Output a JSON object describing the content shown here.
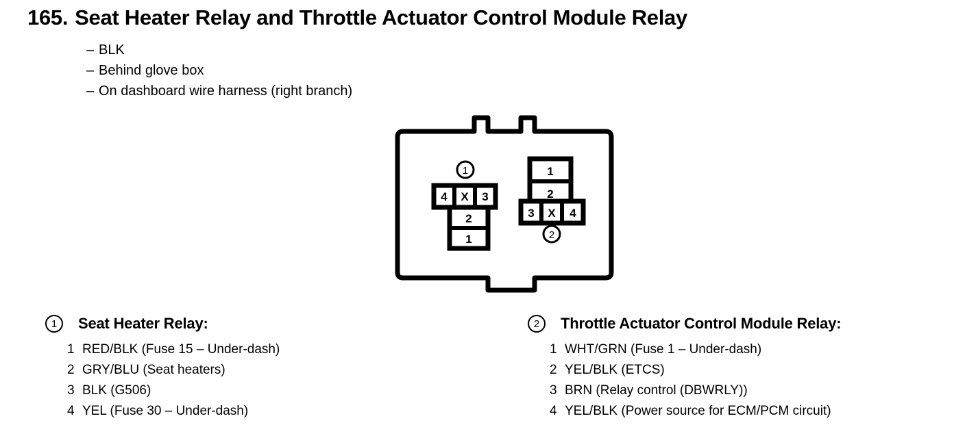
{
  "header": {
    "number": "165.",
    "title": "Seat Heater Relay and Throttle Actuator Control Module Relay"
  },
  "bullets": [
    {
      "dash": "–",
      "text": "BLK"
    },
    {
      "dash": "–",
      "text": "Behind glove box"
    },
    {
      "dash": "–",
      "text": "On dashboard wire harness (right branch)"
    }
  ],
  "diagram": {
    "label": "relay-connector-diagram",
    "connector1": {
      "marker": "1",
      "marker_position": "above",
      "top_row": [
        "4",
        "X",
        "3"
      ],
      "stack": [
        "2",
        "1"
      ]
    },
    "connector2": {
      "marker": "2",
      "marker_position": "below",
      "stack": [
        "1",
        "2"
      ],
      "bottom_row": [
        "3",
        "X",
        "4"
      ]
    }
  },
  "legend": {
    "left": {
      "marker": "1",
      "title": "Seat Heater Relay:",
      "rows": [
        {
          "pin": "1",
          "text": "RED/BLK (Fuse 15 – Under-dash)"
        },
        {
          "pin": "2",
          "text": "GRY/BLU (Seat heaters)"
        },
        {
          "pin": "3",
          "text": "BLK (G506)"
        },
        {
          "pin": "4",
          "text": "YEL (Fuse 30 – Under-dash)"
        }
      ]
    },
    "right": {
      "marker": "2",
      "title": "Throttle Actuator Control Module Relay:",
      "rows": [
        {
          "pin": "1",
          "text": "WHT/GRN (Fuse 1 – Under-dash)"
        },
        {
          "pin": "2",
          "text": "YEL/BLK (ETCS)"
        },
        {
          "pin": "3",
          "text": "BRN (Relay control (DBWRLY))"
        },
        {
          "pin": "4",
          "text": "YEL/BLK (Power source for ECM/PCM circuit)"
        }
      ]
    }
  },
  "colors": {
    "ink": "#000000",
    "paper": "#ffffff"
  }
}
